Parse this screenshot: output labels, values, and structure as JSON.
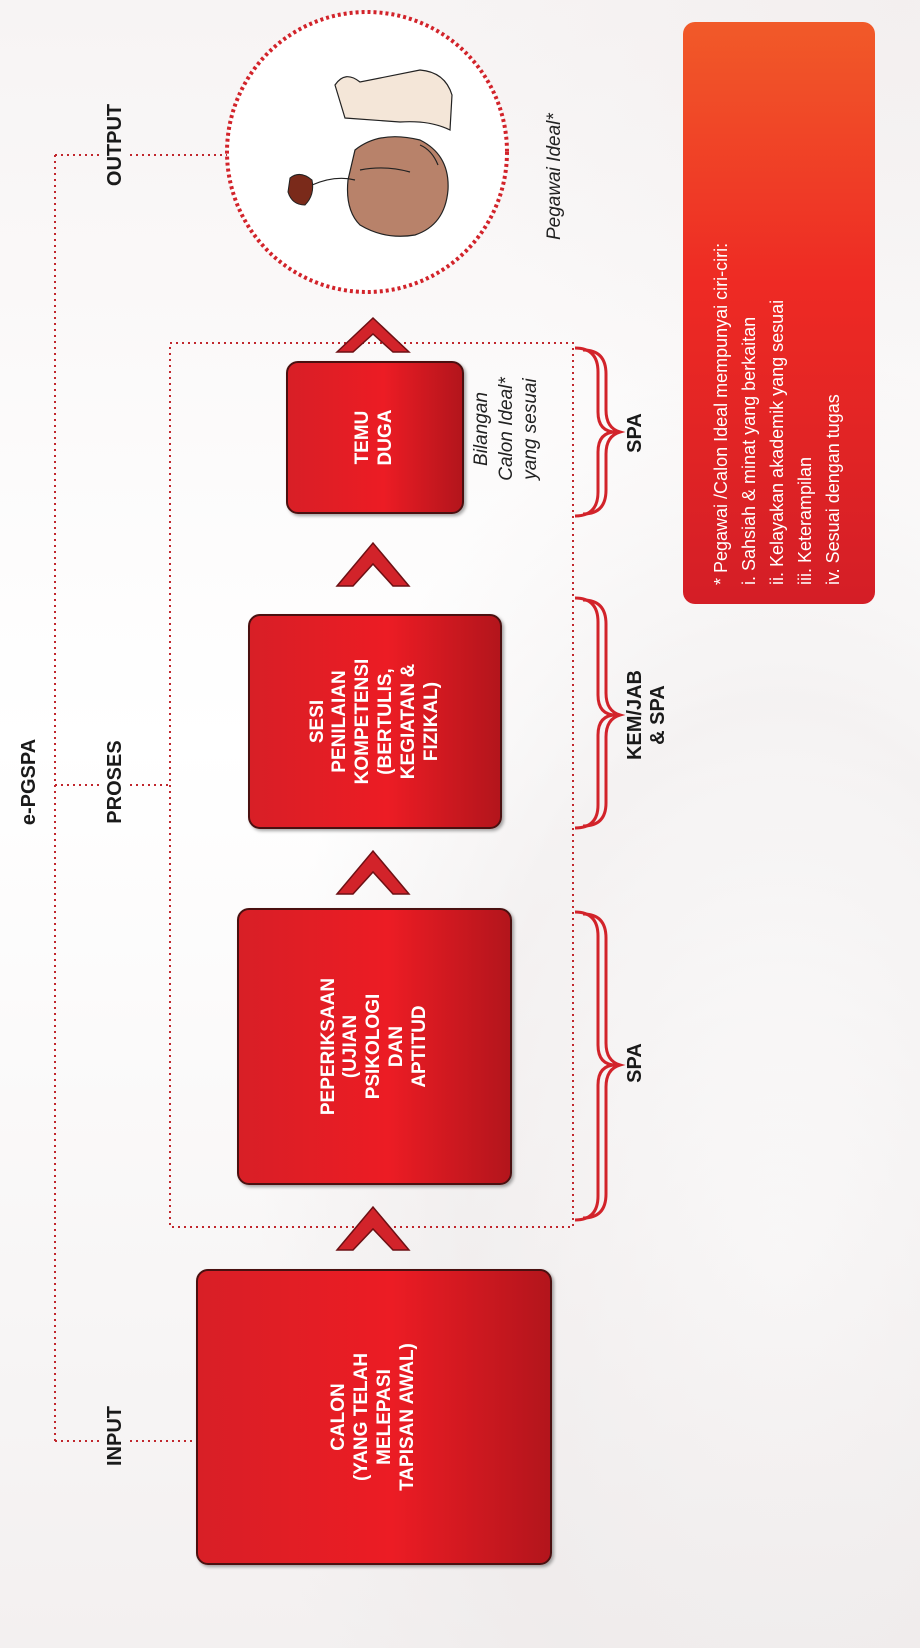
{
  "title": "e-PGSPA",
  "stages": {
    "input": "INPUT",
    "proses": "PROSES",
    "output": "OUTPUT"
  },
  "boxes": {
    "calon": [
      "CALON",
      "(YANG TELAH",
      "MELEPASI",
      "TAPISAN AWAL)"
    ],
    "peperiksaan": [
      "PEPERIKSAAN",
      "(UJIAN",
      "PSIKOLOGI",
      "DAN",
      "APTITUD"
    ],
    "sesi": [
      "SESI",
      "PENILAIAN",
      "KOMPETENSI",
      "(BERTULIS,",
      "KEGIATAN &",
      "FIZIKAL)"
    ],
    "temu": [
      "TEMU",
      "DUGA"
    ]
  },
  "agencies": {
    "a1": "SPA",
    "a2": [
      "KEM/JAB",
      "& SPA"
    ],
    "a3": "SPA"
  },
  "bilangan": [
    "Bilangan",
    "Calon Ideal*",
    "yang sesuai"
  ],
  "pegawai_label": "Pegawai Ideal*",
  "note": [
    "* Pegawai /Calon Ideal mempunyai ciri-ciri:",
    "i. Sahsiah & minat yang berkaitan",
    "ii. Kelayakan akademik yang sesuai",
    "iii. Keterampilan",
    "iv. Sesuai dengan tugas"
  ],
  "colors": {
    "box_red": "#ec1c24",
    "note_orange": "#f15a29",
    "dotted": "#c1272d",
    "brace": "#d2232a"
  }
}
